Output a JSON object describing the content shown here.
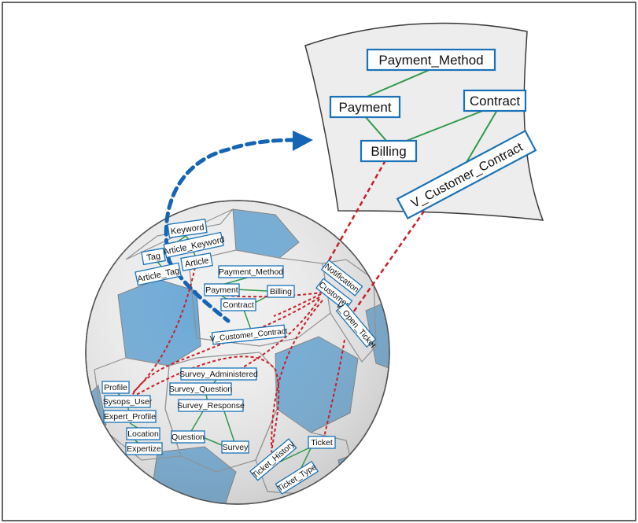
{
  "zoom_panel": {
    "tables": [
      "Payment_Method",
      "Payment",
      "Contract",
      "Billing",
      "V_Customer_Contract"
    ]
  },
  "clusters": {
    "article": [
      "Keyword",
      "Tag",
      "Article_Keyword",
      "Article_Tag",
      "Article"
    ],
    "billing": [
      "Payment_Method",
      "Payment",
      "Billing",
      "Contract",
      "V_Customer_Contract"
    ],
    "customer": [
      "Notification",
      "Customer",
      "V_Open_Ticket"
    ],
    "survey": [
      "Survey_Administered",
      "Survey_Question",
      "Survey_Response",
      "Question",
      "Survey"
    ],
    "user": [
      "Profile",
      "Sysops_User",
      "Expert_Profile",
      "Location",
      "Expertize"
    ],
    "ticket": [
      "Ticket",
      "Ticket_History",
      "Ticket_Type"
    ]
  },
  "colors": {
    "panel_bg": "#ededed",
    "panel_border": "#3a3a3a",
    "ball_white": "#f0f0f0",
    "ball_blue": "#6aa8d6",
    "label_border": "#1a73b8",
    "relation_line": "#2e9a4a",
    "reference_line": "#c8202a",
    "zoom_arrow": "#1565b5"
  }
}
